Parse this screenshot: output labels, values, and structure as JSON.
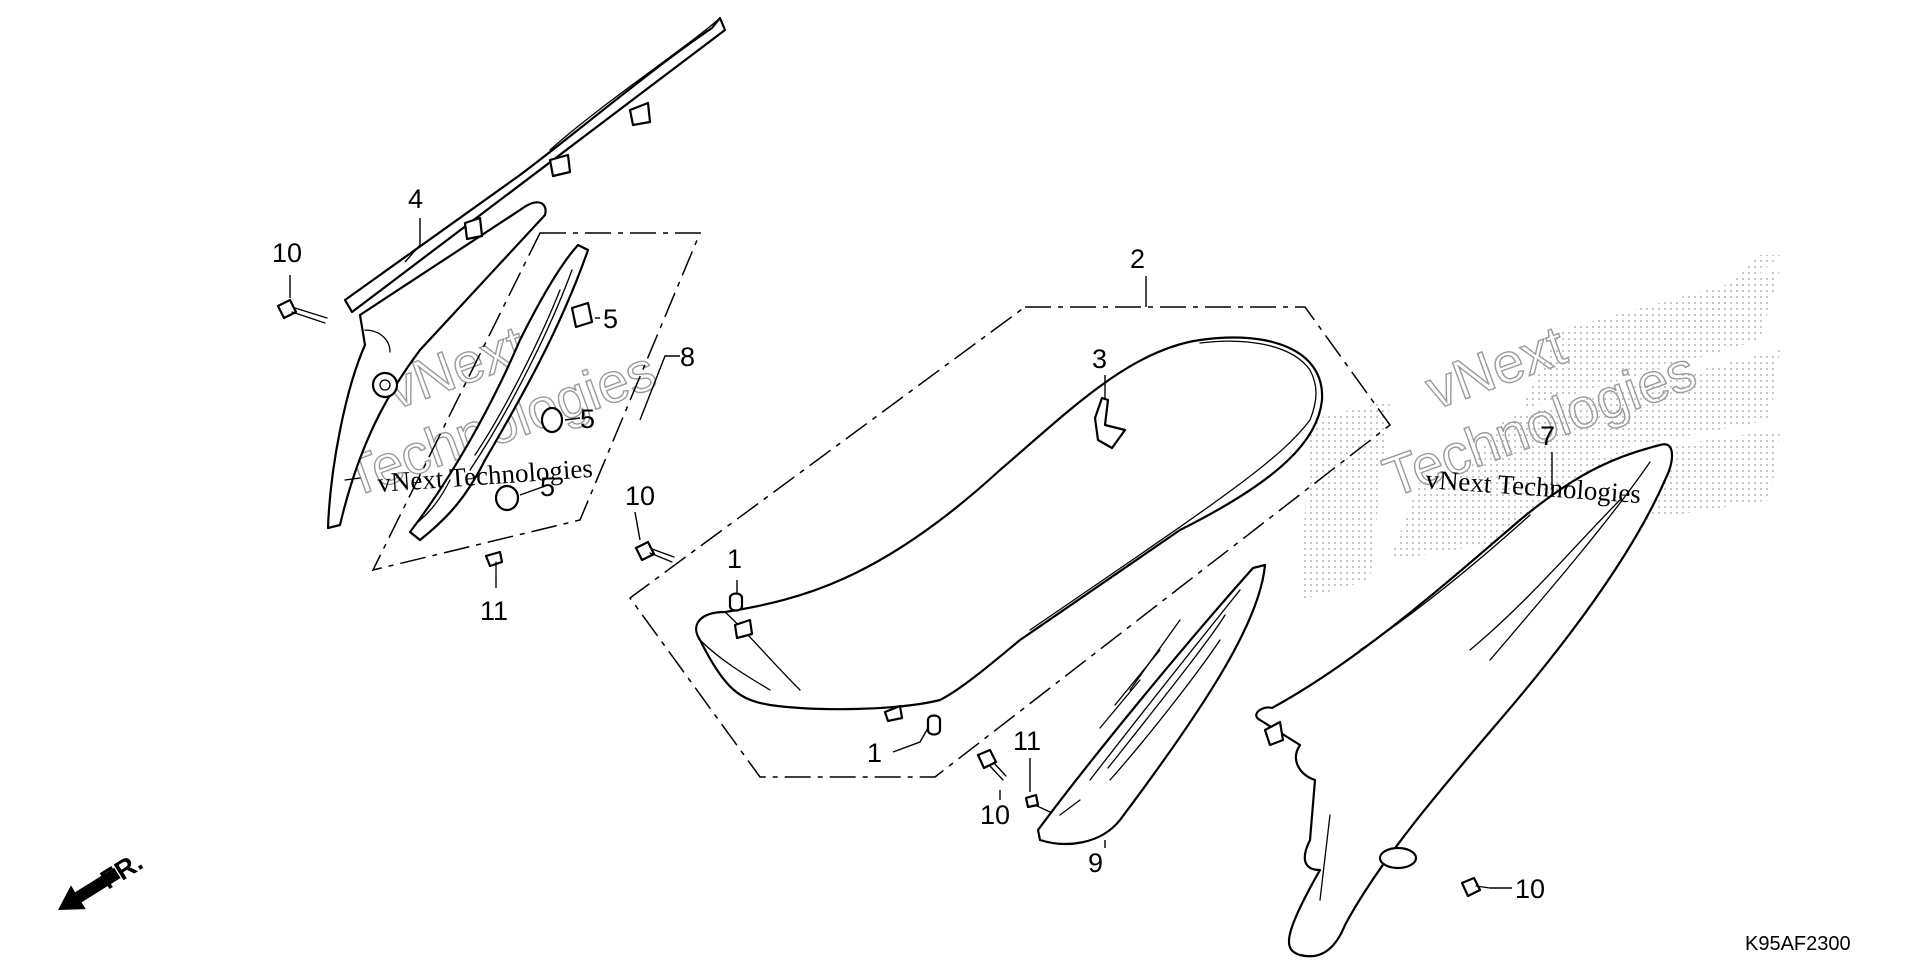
{
  "callouts": {
    "c1a": "1",
    "c1b": "1",
    "c2": "2",
    "c3": "3",
    "c4": "4",
    "c5a": "5",
    "c5b": "5",
    "c5c": "5",
    "c7": "7",
    "c8": "8",
    "c9": "9",
    "c10a": "10",
    "c10b": "10",
    "c10c": "10",
    "c10d": "10",
    "c11a": "11",
    "c11b": "11"
  },
  "diagram_code": "K95AF2300",
  "front_label": "FR.",
  "watermark": {
    "line1": "vNext",
    "line2": "Technologies",
    "caption": "vNext Technologies"
  }
}
